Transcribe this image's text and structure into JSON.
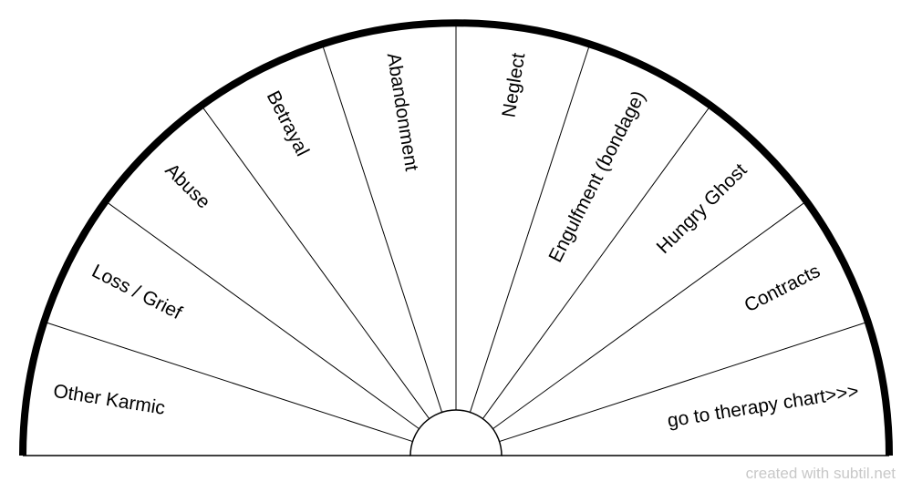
{
  "chart_data": {
    "type": "semicircle-pendulum-chart",
    "segments": [
      "Other Karmic",
      "Loss / Grief",
      "Abuse",
      "Betrayal",
      "Abandonment",
      "Neglect",
      "Engulfment (bondage)",
      "Hungry Ghost",
      "Contracts",
      "go to therapy chart>>>"
    ]
  },
  "footer": {
    "credit": "created with subtil.net"
  },
  "colors": {
    "stroke": "#000000",
    "background": "#ffffff",
    "credit": "#c8c8c8"
  }
}
